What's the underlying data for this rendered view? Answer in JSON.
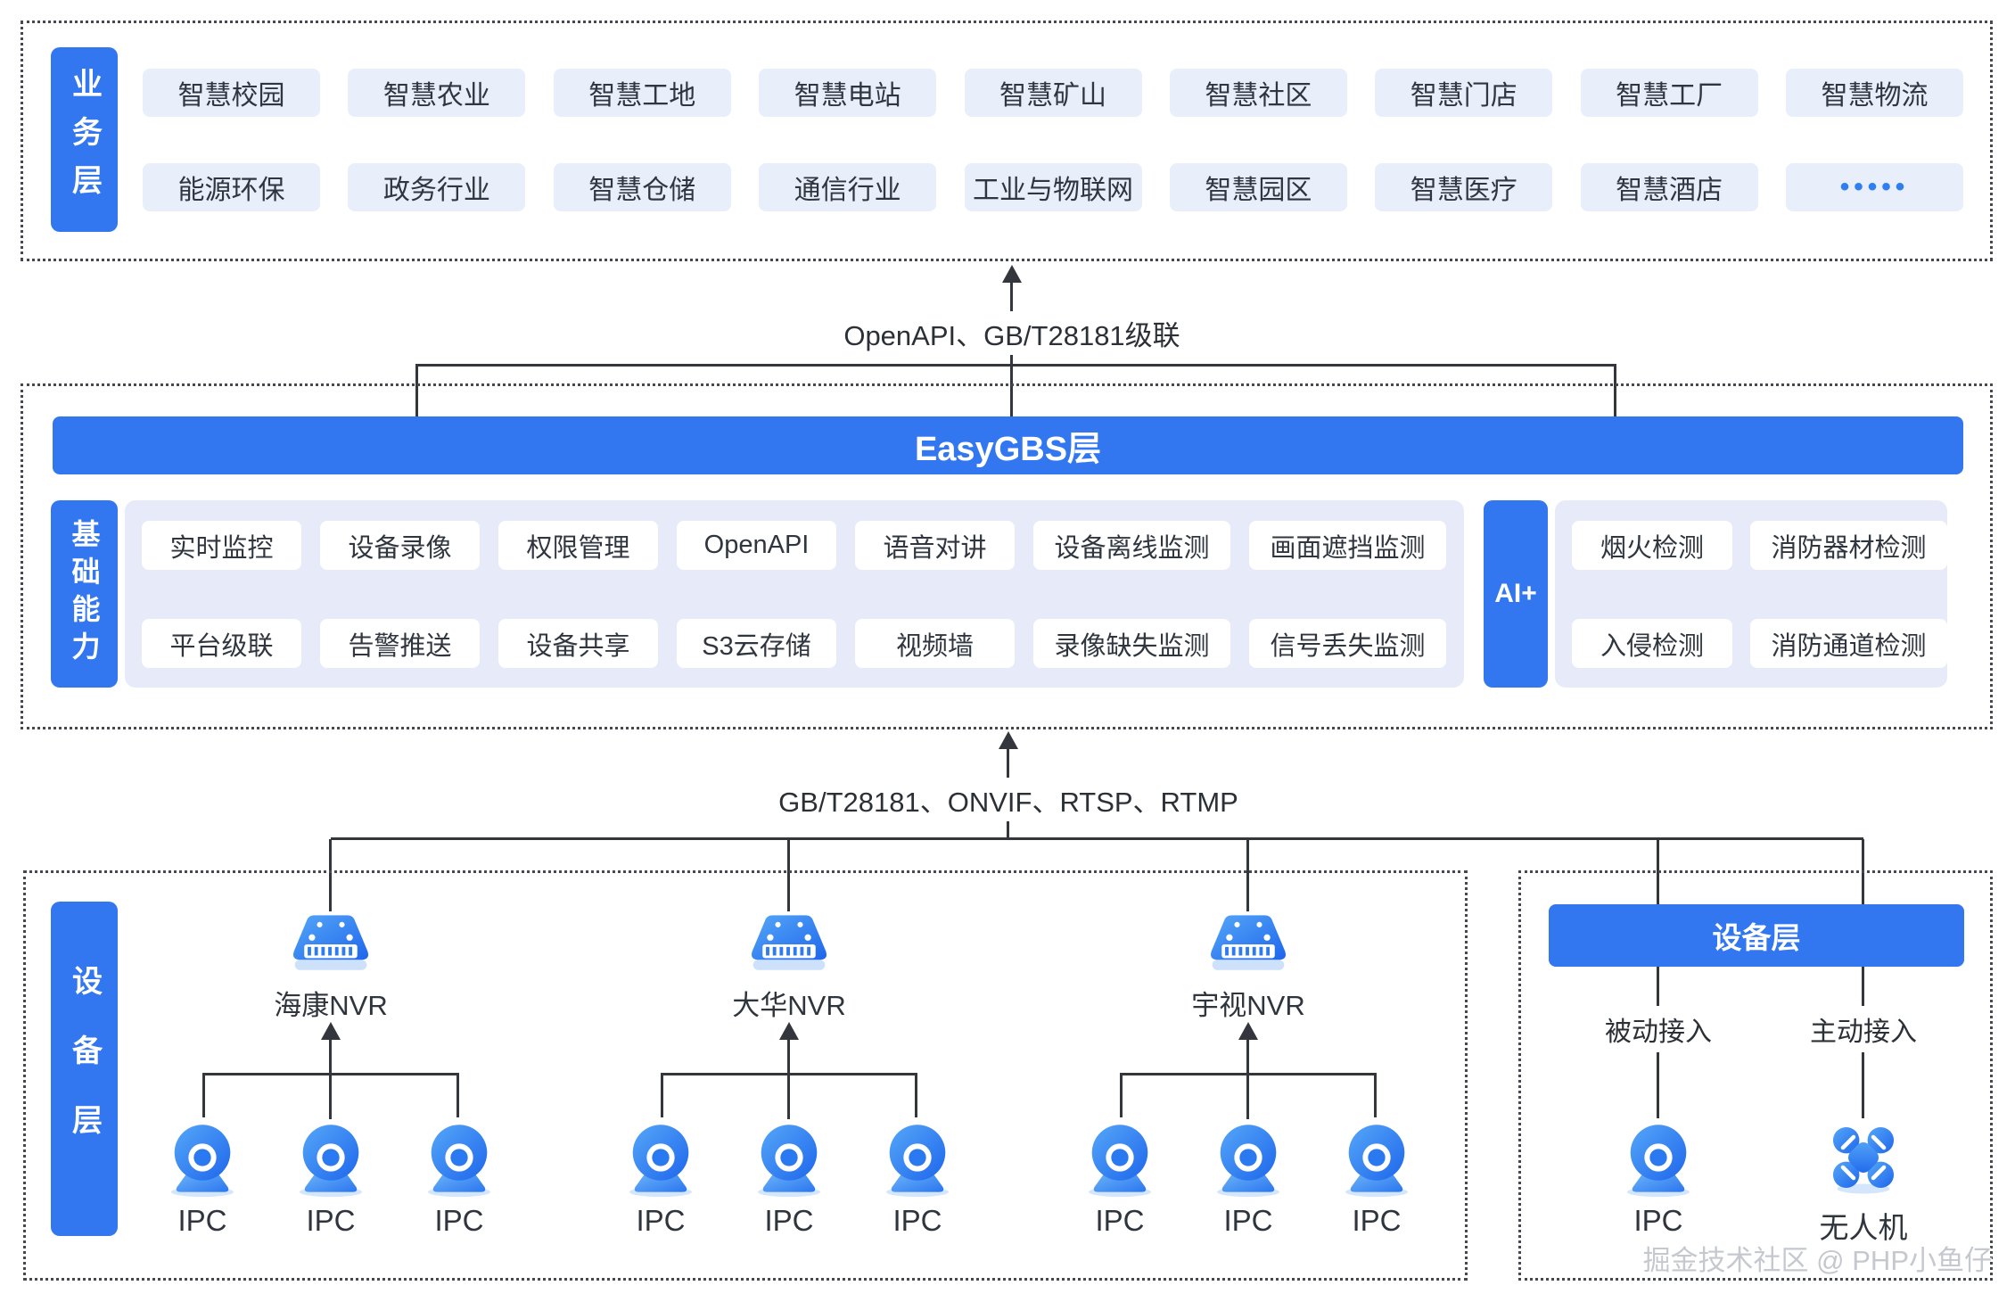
{
  "business_layer": {
    "label": "业务层",
    "row1": [
      "智慧校园",
      "智慧农业",
      "智慧工地",
      "智慧电站",
      "智慧矿山",
      "智慧社区",
      "智慧门店",
      "智慧工厂",
      "智慧物流"
    ],
    "row2": [
      "能源环保",
      "政务行业",
      "智慧仓储",
      "通信行业",
      "工业与物联网",
      "智慧园区",
      "智慧医疗",
      "智慧酒店",
      "•••••"
    ]
  },
  "connector_top": {
    "label": "OpenAPI、GB/T28181级联"
  },
  "platform_layer": {
    "title": "EasyGBS层",
    "capability_label": "基础能力",
    "capabilities_row1": [
      "实时监控",
      "设备录像",
      "权限管理",
      "OpenAPI",
      "语音对讲",
      "设备离线监测",
      "画面遮挡监测"
    ],
    "capabilities_row2": [
      "平台级联",
      "告警推送",
      "设备共享",
      "S3云存储",
      "视频墙",
      "录像缺失监测",
      "信号丢失监测"
    ],
    "ai_label": "AI+",
    "ai_row1": [
      "烟火检测",
      "消防器材检测"
    ],
    "ai_row2": [
      "入侵检测",
      "消防通道检测"
    ]
  },
  "connector_bottom": {
    "label": "GB/T28181、ONVIF、RTSP、RTMP"
  },
  "device_layer": {
    "label": "设备层",
    "nvr_groups": [
      {
        "name": "海康NVR",
        "cameras": [
          "IPC",
          "IPC",
          "IPC"
        ]
      },
      {
        "name": "大华NVR",
        "cameras": [
          "IPC",
          "IPC",
          "IPC"
        ]
      },
      {
        "name": "宇视NVR",
        "cameras": [
          "IPC",
          "IPC",
          "IPC"
        ]
      }
    ]
  },
  "access_panel": {
    "header": "设备层",
    "passive_label": "被动接入",
    "active_label": "主动接入",
    "passive_device": "IPC",
    "active_device": "无人机"
  },
  "watermark": "掘金技术社区 @ PHP小鱼仔",
  "colors": {
    "primary": "#3377f0",
    "panel_bg": "#e7ebf9",
    "chip_bg": "#e9eefb",
    "line": "#33373d",
    "dots_blue": "#2f7ef2"
  }
}
